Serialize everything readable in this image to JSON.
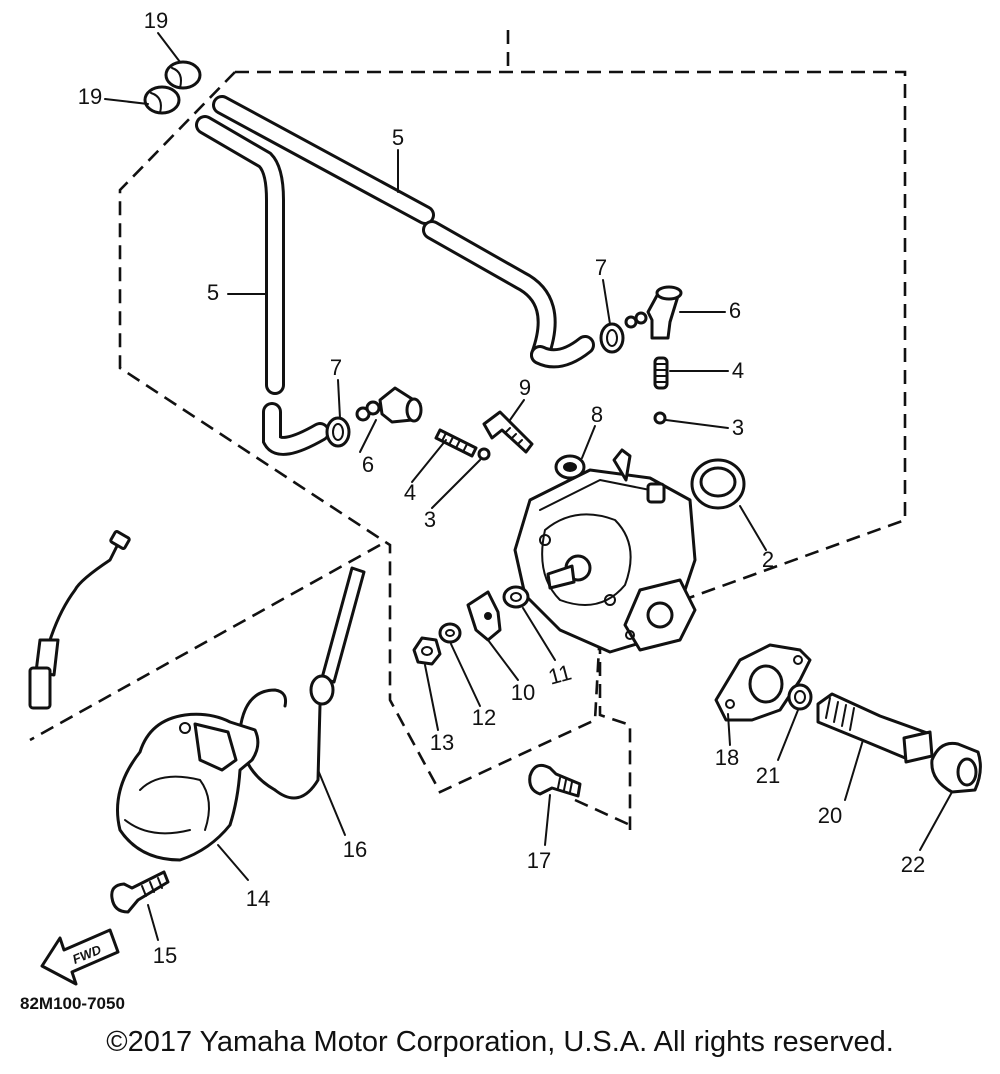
{
  "diagram": {
    "part_code": "82M100-7050",
    "fwd_label": "FWD",
    "callouts": {
      "c1": "19",
      "c2": "19",
      "c3": "5",
      "c4": "5",
      "c5": "7",
      "c6": "6",
      "c7": "4",
      "c8": "3",
      "c9": "7",
      "c10": "6",
      "c11": "9",
      "c12": "8",
      "c13": "4",
      "c14": "3",
      "c15": "2",
      "c16": "11",
      "c17": "10",
      "c18": "12",
      "c19": "13",
      "c20": "18",
      "c21": "21",
      "c22": "20",
      "c23": "22",
      "c24": "17",
      "c25": "16",
      "c26": "14",
      "c27": "15"
    }
  },
  "copyright": "©2017 Yamaha Motor Corporation, U.S.A. All rights reserved."
}
